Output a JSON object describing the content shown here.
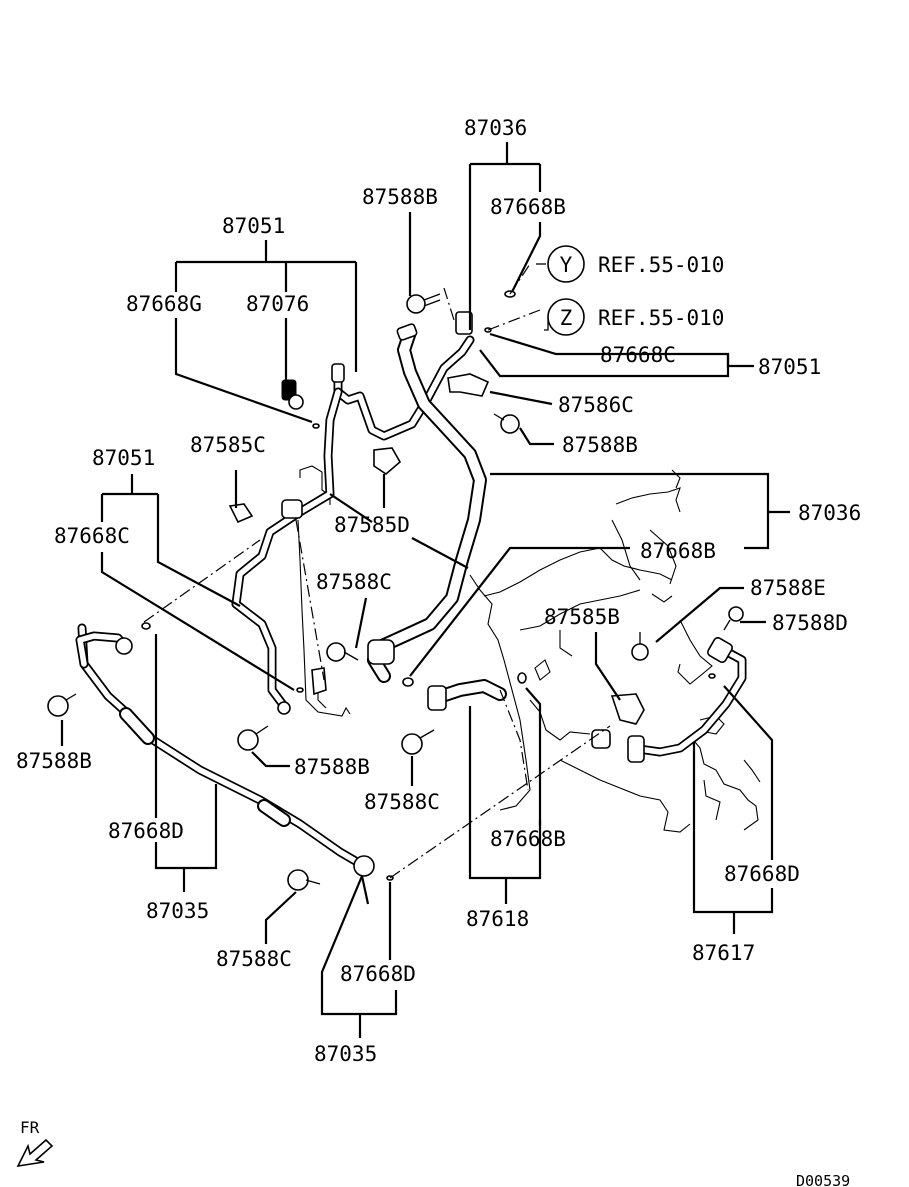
{
  "diagram_id": "D00539",
  "orientation": "FR",
  "refs": [
    {
      "circle": "Y",
      "text": "REF.55-010"
    },
    {
      "circle": "Z",
      "text": "REF.55-010"
    }
  ],
  "labels": {
    "l87036_top": "87036",
    "l87588B_top": "87588B",
    "l87668B_top": "87668B",
    "l87051_top": "87051",
    "l87668G": "87668G",
    "l87076": "87076",
    "l87668C_right": "87668C",
    "l87051_right": "87051",
    "l87586C": "87586C",
    "l87588B_right": "87588B",
    "l87051_left": "87051",
    "l87585C": "87585C",
    "l87036_right": "87036",
    "l87668C_left": "87668C",
    "l87585D": "87585D",
    "l87668B_mid": "87668B",
    "l87588C_mid": "87588C",
    "l87588E": "87588E",
    "l87585B": "87585B",
    "l87588D": "87588D",
    "l87588B_left": "87588B",
    "l87588B_lower": "87588B",
    "l87588C_lower": "87588C",
    "l87668D_left": "87668D",
    "l87668B_lower": "87668B",
    "l87668D_right": "87668D",
    "l87035_left": "87035",
    "l87618": "87618",
    "l87617": "87617",
    "l87588C_bottom": "87588C",
    "l87668D_bottom": "87668D",
    "l87035_bottom": "87035"
  }
}
